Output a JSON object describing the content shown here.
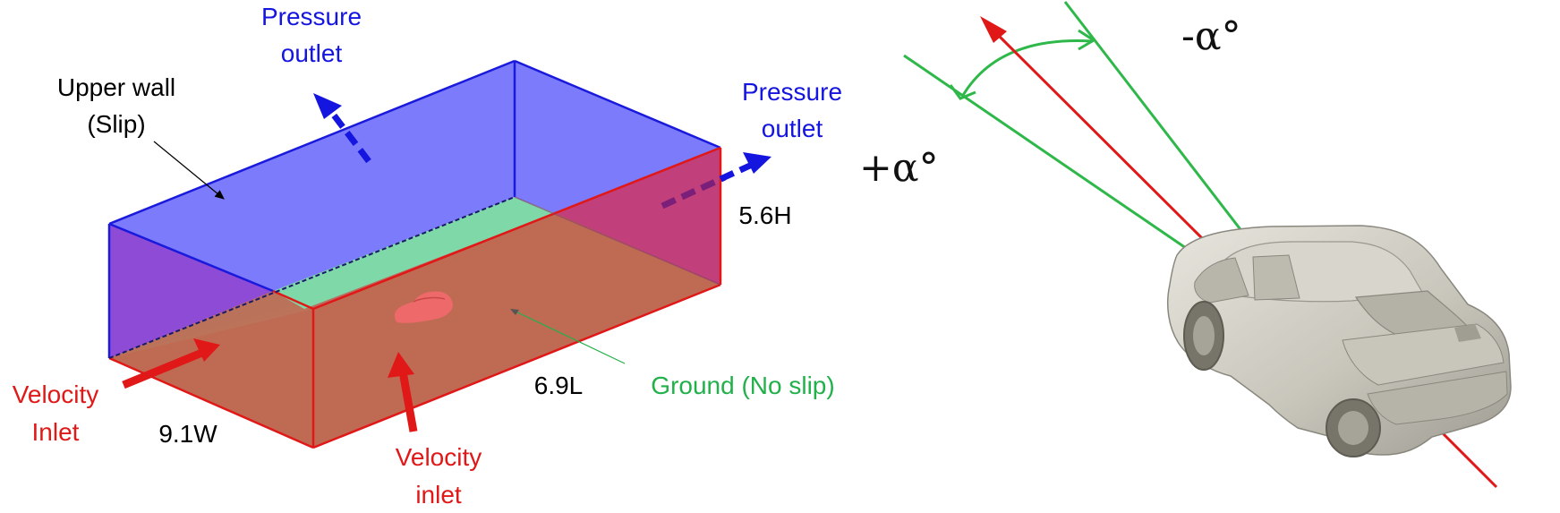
{
  "left_panel": {
    "labels": {
      "pressure_outlet_top": [
        "Pressure",
        "outlet"
      ],
      "pressure_outlet_right": [
        "Pressure",
        "outlet"
      ],
      "upper_wall": [
        "Upper wall",
        "(Slip)"
      ],
      "velocity_inlet_left": [
        "Velocity",
        "Inlet"
      ],
      "velocity_inlet_bottom": [
        "Velocity",
        "inlet"
      ],
      "ground": "Ground (No slip)",
      "dim_width": "9.1W",
      "dim_length": "6.9L",
      "dim_height": "5.6H"
    },
    "colors": {
      "outlet_text": "#1515e0",
      "inlet_text": "#e01818",
      "ground_text": "#22b04a",
      "top_face": "#7b7bfb",
      "box_edges_blue": "#1a1adc",
      "box_edges_red": "#e01818",
      "front_face": "#bf6a52",
      "right_face": "#c13f7a",
      "left_face": "#8e4bd6",
      "ground_strip": "#7ed8a8",
      "car_model": "#ee6a6a"
    }
  },
  "right_panel": {
    "labels": {
      "minus_alpha": "-α°",
      "plus_alpha": "+α°"
    },
    "colors": {
      "flow_line": "#e01818",
      "yaw_lines": "#2fb84a",
      "car_body": "#cfcdc3"
    }
  }
}
